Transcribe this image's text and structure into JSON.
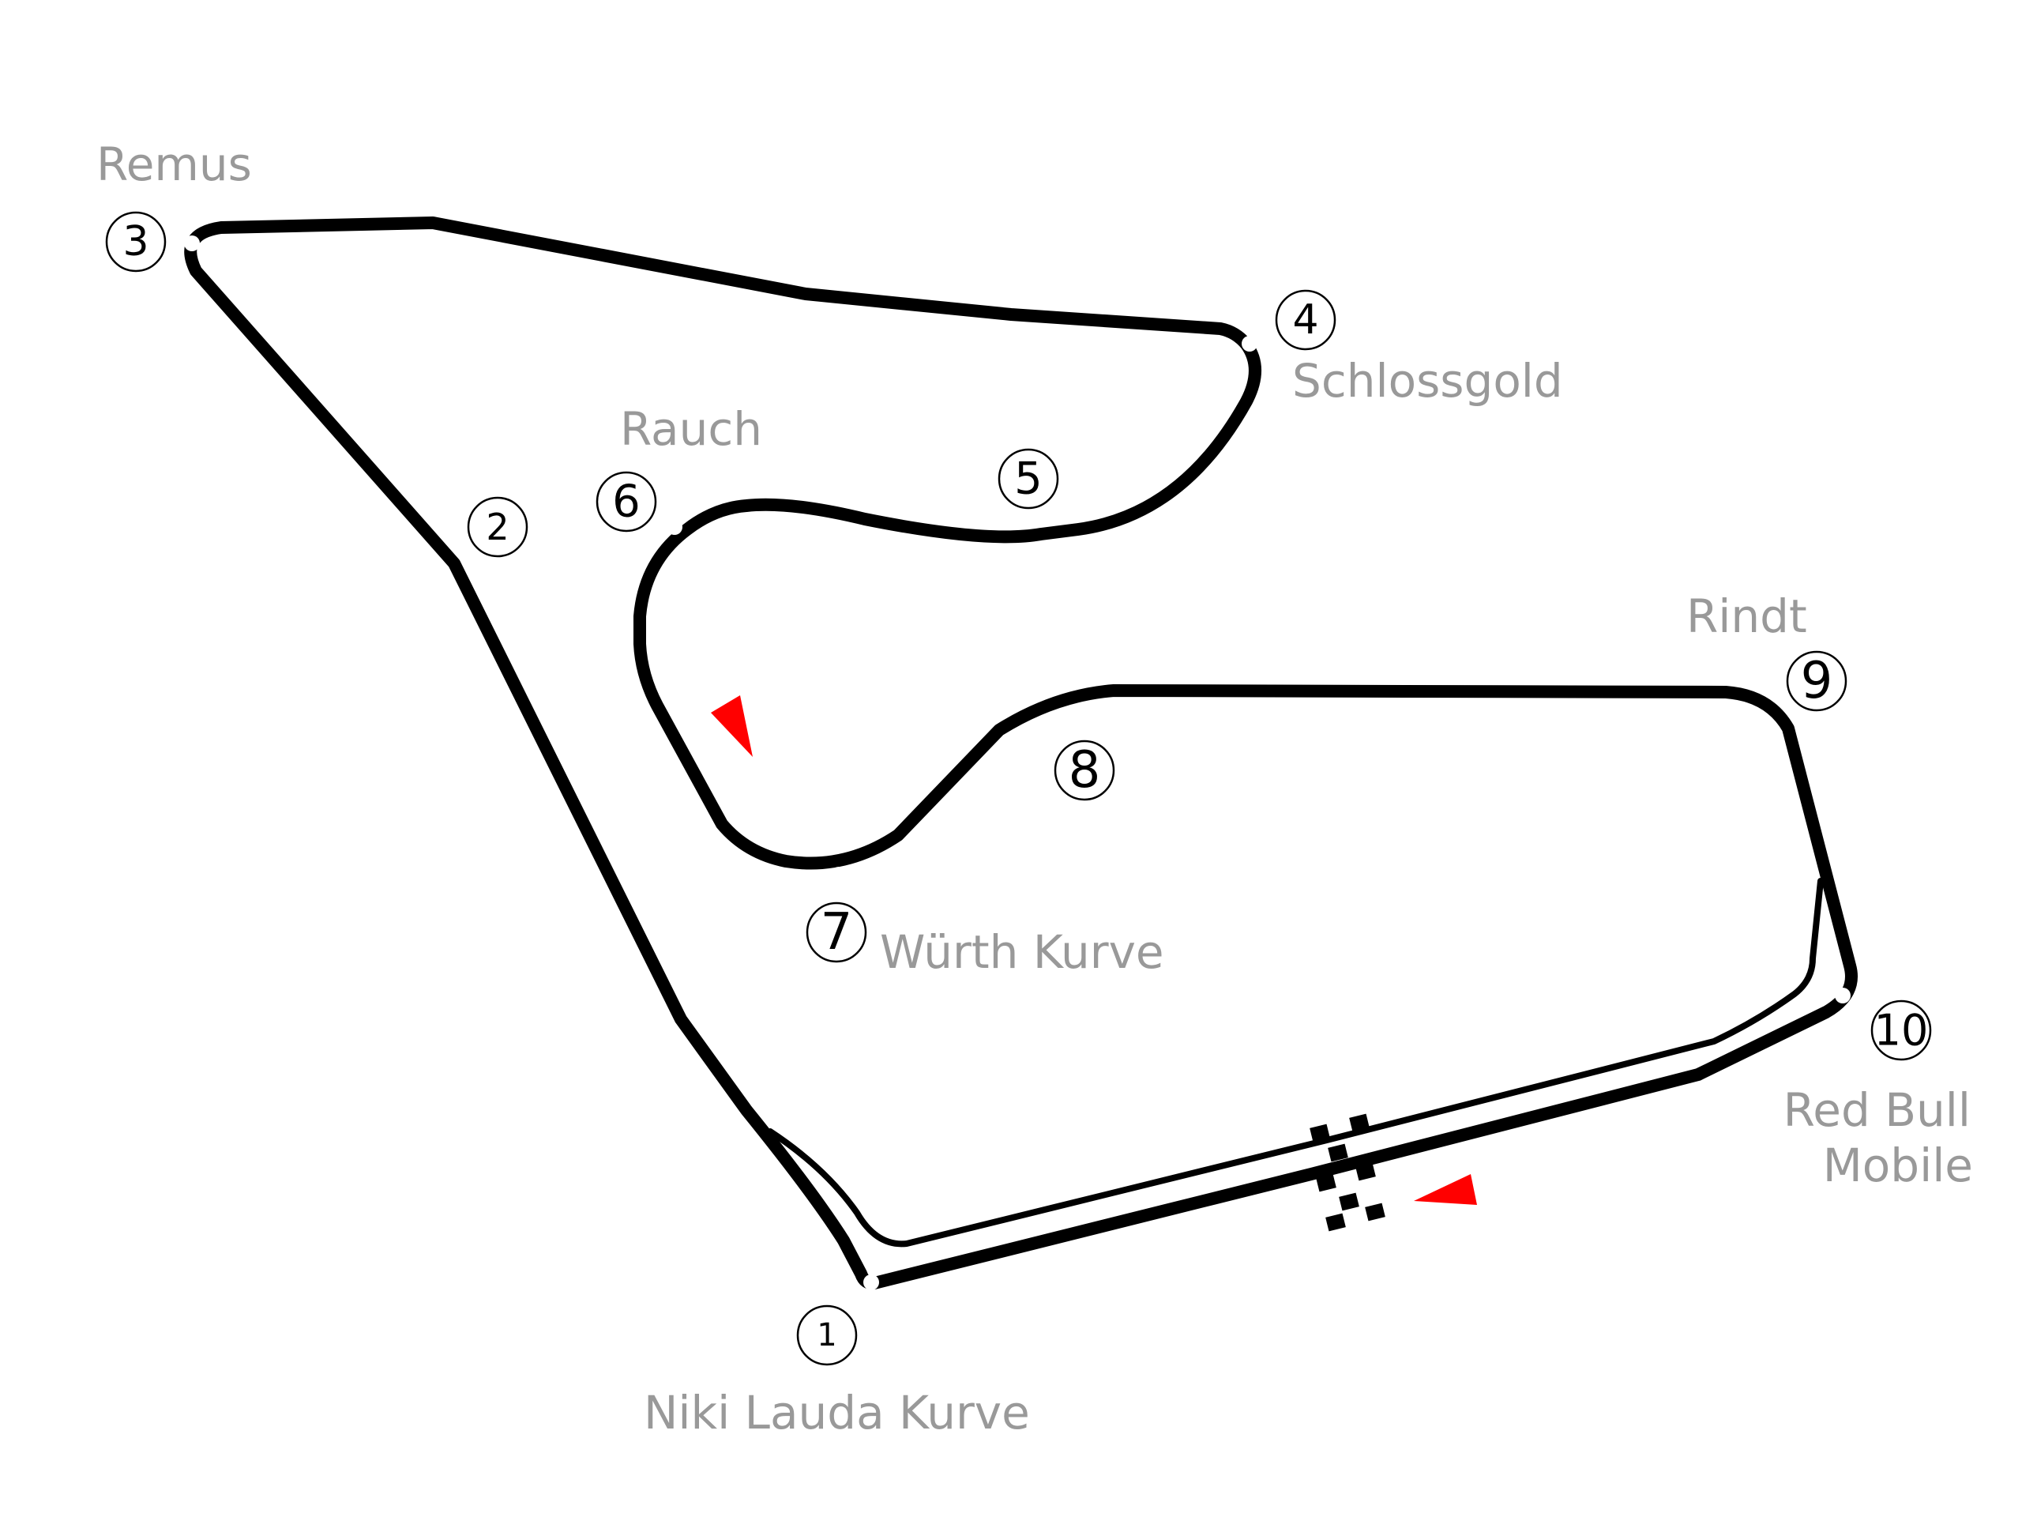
{
  "colors": {
    "track": "#000000",
    "label": "#999999",
    "direction_arrow": "#ff0000",
    "apex_dot": "#ffffff"
  },
  "corners": [
    {
      "number": "1",
      "name": "Niki Lauda Kurve"
    },
    {
      "number": "2",
      "name": ""
    },
    {
      "number": "3",
      "name": "Remus"
    },
    {
      "number": "4",
      "name": "Schlossgold"
    },
    {
      "number": "5",
      "name": ""
    },
    {
      "number": "6",
      "name": "Rauch"
    },
    {
      "number": "7",
      "name": "Würth Kurve"
    },
    {
      "number": "8",
      "name": ""
    },
    {
      "number": "9",
      "name": "Rindt"
    },
    {
      "number": "10",
      "name": ""
    }
  ],
  "extra_labels": {
    "turn10_line1": "Red Bull",
    "turn10_line2": "Mobile"
  },
  "icons": [
    "start-finish-checkered-flag-icon",
    "direction-arrow-icon"
  ]
}
